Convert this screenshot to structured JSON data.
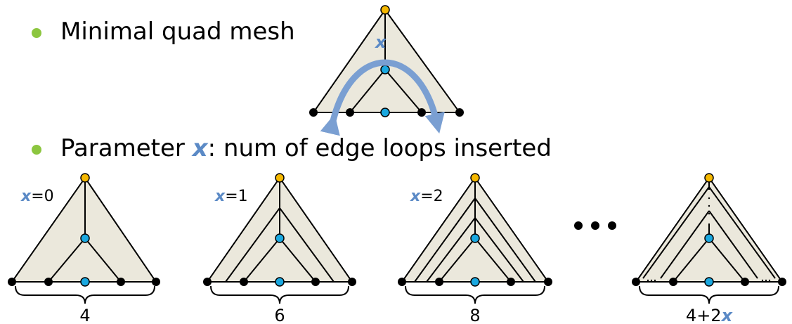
{
  "bullets": [
    {
      "text": "Minimal quad mesh"
    },
    {
      "prefix": "Parameter ",
      "var": "x",
      "suffix": ": num of edge loops inserted"
    }
  ],
  "variable": "x",
  "cases": [
    {
      "label_var": "x",
      "label_rest": "=0",
      "count": "4"
    },
    {
      "label_var": "x",
      "label_rest": "=1",
      "count": "6"
    },
    {
      "label_var": "x",
      "label_rest": "=2",
      "count": "8"
    },
    {
      "count_prefix": "4+2",
      "count_var": "x"
    }
  ],
  "colors": {
    "bullet": "#8cc63f",
    "fill": "#ebe8dc",
    "apex_vertex": "#f5b800",
    "inner_vertex": "#1aa8e0",
    "corner_vertex": "#000000",
    "arrow": "#7a9fd2",
    "variable": "#5b8ac6"
  }
}
